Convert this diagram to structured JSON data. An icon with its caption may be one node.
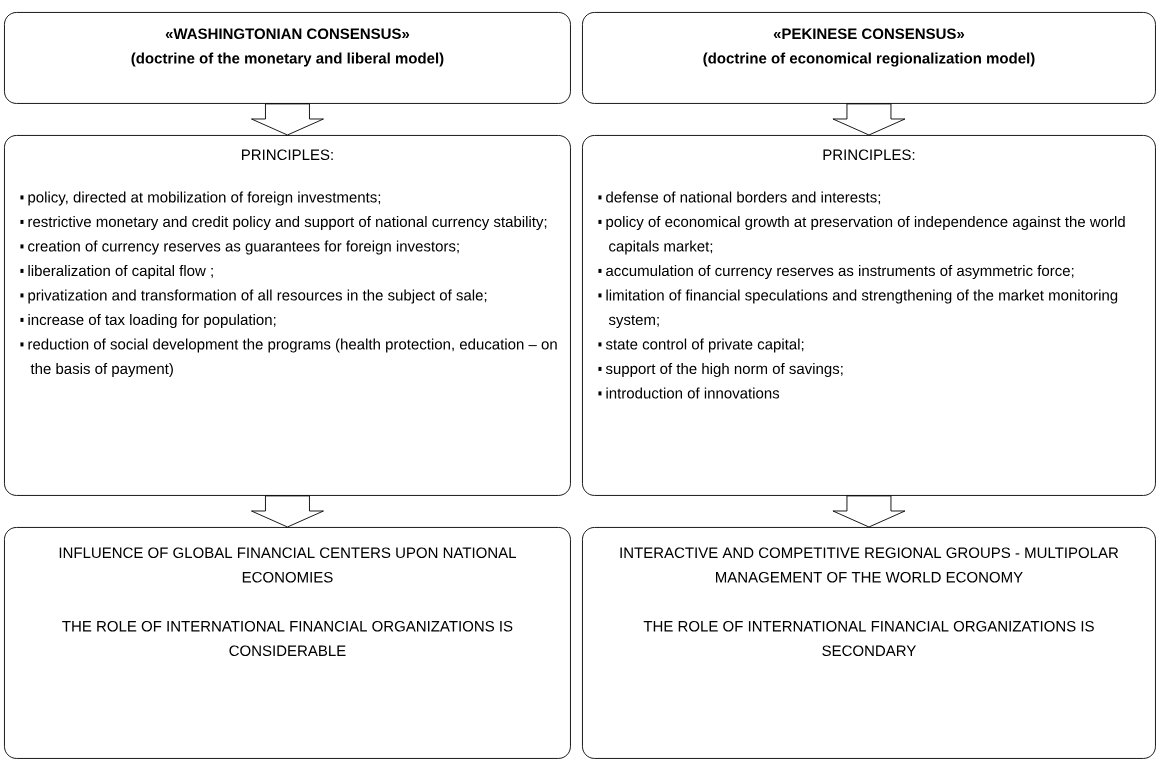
{
  "diagram": {
    "nodes": [
      {
        "text": [
          "«WASHINGTONIAN CONSENSUS»",
          "(doctrine of the monetary and liberal model)"
        ]
      },
      {
        "text": [
          "PRINCIPLES:",
          "policy, directed at mobilization of foreign investments;",
          "restrictive monetary and credit policy and support of national currency stability;",
          "creation of currency reserves as guarantees for foreign investors;",
          "liberalization of capital flow ;",
          "privatization and transformation of all resources in the subject of sale;",
          "increase of tax loading for population;",
          "reduction of social development the programs (health protection, education – on the basis of payment)"
        ]
      },
      {
        "text": [
          "INFLUENCE OF GLOBAL FINANCIAL CENTERS UPON NATIONAL ECONOMIES",
          "THE ROLE OF INTERNATIONAL FINANCIAL ORGANIZATIONS IS CONSIDERABLE"
        ]
      },
      {
        "text": [
          "«PEKINESE CONSENSUS»",
          "(doctrine of economical regionalization model)"
        ]
      },
      {
        "text": [
          "PRINCIPLES:",
          "defense of national borders and interests;",
          "policy of economical growth at preservation of independence against the world capitals market;",
          "accumulation of currency reserves as instruments of asymmetric force;",
          "limitation of financial speculations and strengthening of the market monitoring system;",
          "state control of private capital;",
          "support of the high norm of savings;",
          "introduction of innovations"
        ]
      },
      {
        "text": [
          "INTERACTIVE AND COMPETITIVE REGIONAL GROUPS - MULTIPOLAR MANAGEMENT OF THE WORLD ECONOMY",
          "THE ROLE OF INTERNATIONAL FINANCIAL ORGANIZATIONS IS SECONDARY"
        ]
      }
    ],
    "edges": [
      {
        "from": 0,
        "to": 1,
        "arrow": "to"
      },
      {
        "from": 1,
        "to": 2,
        "arrow": "to"
      },
      {
        "from": 3,
        "to": 4,
        "arrow": "to"
      },
      {
        "from": 4,
        "to": 5,
        "arrow": "to"
      }
    ]
  }
}
